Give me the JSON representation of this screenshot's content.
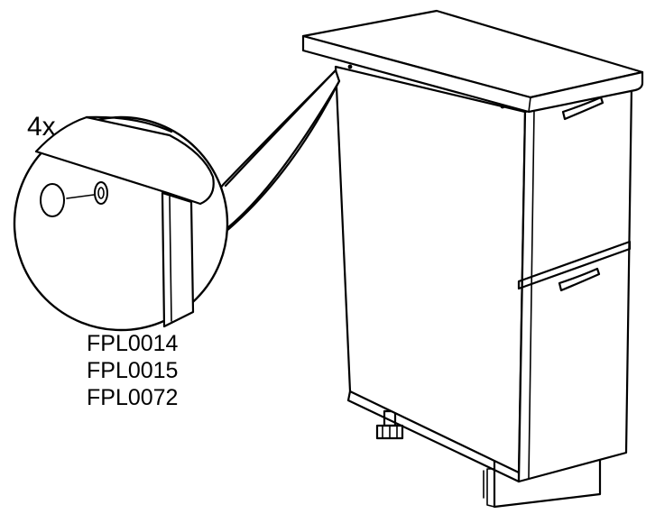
{
  "callout": {
    "quantity": "4x",
    "part_codes": [
      "FPL0014",
      "FPL0015",
      "FPL0072"
    ]
  }
}
